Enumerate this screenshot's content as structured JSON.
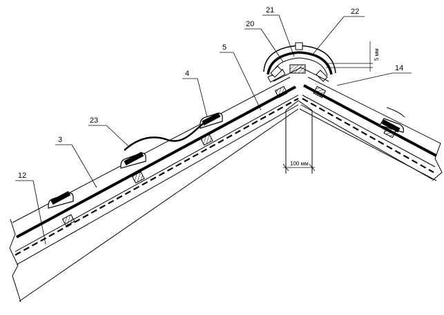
{
  "callouts": {
    "c3": "3",
    "c4": "4",
    "c5": "5",
    "c12": "12",
    "c14": "14",
    "c20": "20",
    "c21": "21",
    "c22": "22",
    "c23": "23"
  },
  "dimensions": {
    "gap_5mm": "5 мм",
    "width_100mm": "100 мм"
  },
  "colors": {
    "ink": "#000000",
    "paper": "#ffffff"
  }
}
